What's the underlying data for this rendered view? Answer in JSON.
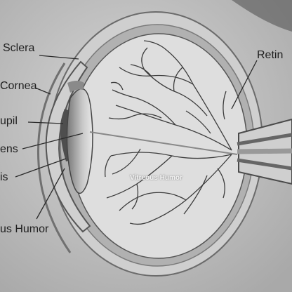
{
  "diagram": {
    "labels": {
      "sclera": "Sclera",
      "cornea": "Cornea",
      "pupil": "upil",
      "lens": "ens",
      "iris": "is",
      "aqueous": "us Humor",
      "retina": "Retin",
      "vitreous": "Vitreous Humor"
    }
  }
}
